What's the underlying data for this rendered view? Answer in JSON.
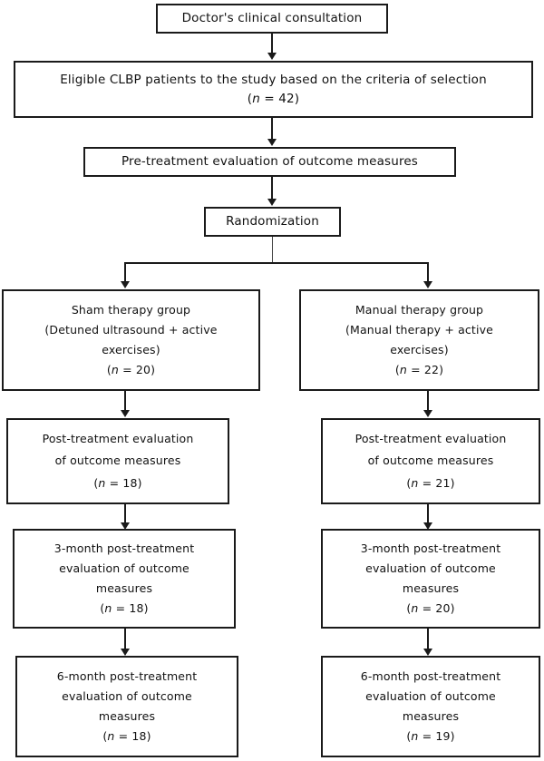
{
  "diagram": {
    "title": "CLBP randomised trial participant flow",
    "type": "flowchart",
    "accent_color": "#1a1a1a",
    "background_color": "#ffffff"
  },
  "nodes": {
    "consultation": {
      "label": "Doctor's clinical consultation"
    },
    "eligible": {
      "line1": "Eligible CLBP patients to the study based on the criteria of selection",
      "n_open": "(",
      "n_var": "n",
      "n_value": " = 42)"
    },
    "pre_treatment": {
      "label": "Pre-treatment evaluation of outcome measures"
    },
    "randomization": {
      "label": "Randomization"
    },
    "sham_group": {
      "line1": "Sham therapy group",
      "line2": "(Detuned ultrasound + active",
      "line3": "exercises)",
      "n_open": "(",
      "n_var": "n",
      "n_value": " = 20)"
    },
    "manual_group": {
      "line1": "Manual therapy group",
      "line2": "(Manual therapy + active",
      "line3": "exercises)",
      "n_open": "(",
      "n_var": "n",
      "n_value": " = 22)"
    },
    "sham_post": {
      "line1": "Post-treatment evaluation",
      "line2": "of outcome measures",
      "n_open": "(",
      "n_var": "n",
      "n_value": " = 18)"
    },
    "manual_post": {
      "line1": "Post-treatment evaluation",
      "line2": "of outcome measures",
      "n_open": "(",
      "n_var": "n",
      "n_value": " = 21)"
    },
    "sham_3month": {
      "line1": "3-month post-treatment",
      "line2": "evaluation of outcome",
      "line3": "measures",
      "n_open": "(",
      "n_var": "n",
      "n_value": " = 18)"
    },
    "manual_3month": {
      "line1": "3-month post-treatment",
      "line2": "evaluation of outcome",
      "line3": "measures",
      "n_open": "(",
      "n_var": "n",
      "n_value": " = 20)"
    },
    "sham_6month": {
      "line1": "6-month post-treatment",
      "line2": "evaluation of outcome",
      "line3": "measures",
      "n_open": "(",
      "n_var": "n",
      "n_value": " = 18)"
    },
    "manual_6month": {
      "line1": "6-month post-treatment",
      "line2": "evaluation of outcome",
      "line3": "measures",
      "n_open": "(",
      "n_var": "n",
      "n_value": " = 19)"
    }
  },
  "chart_data": {
    "type": "flow",
    "title": "CLBP randomised trial participant flow",
    "stages": [
      {
        "stage": "Doctor's clinical consultation",
        "n": null
      },
      {
        "stage": "Eligible CLBP patients to the study based on the criteria of selection",
        "n": 42
      },
      {
        "stage": "Pre-treatment evaluation of outcome measures",
        "n": null
      },
      {
        "stage": "Randomization",
        "n": null
      }
    ],
    "arms": [
      {
        "name": "Sham therapy group (Detuned ultrasound + active exercises)",
        "allocated": 20,
        "post_treatment": 18,
        "three_month": 18,
        "six_month": 18
      },
      {
        "name": "Manual therapy group (Manual therapy + active exercises)",
        "allocated": 22,
        "post_treatment": 21,
        "three_month": 20,
        "six_month": 19
      }
    ]
  }
}
